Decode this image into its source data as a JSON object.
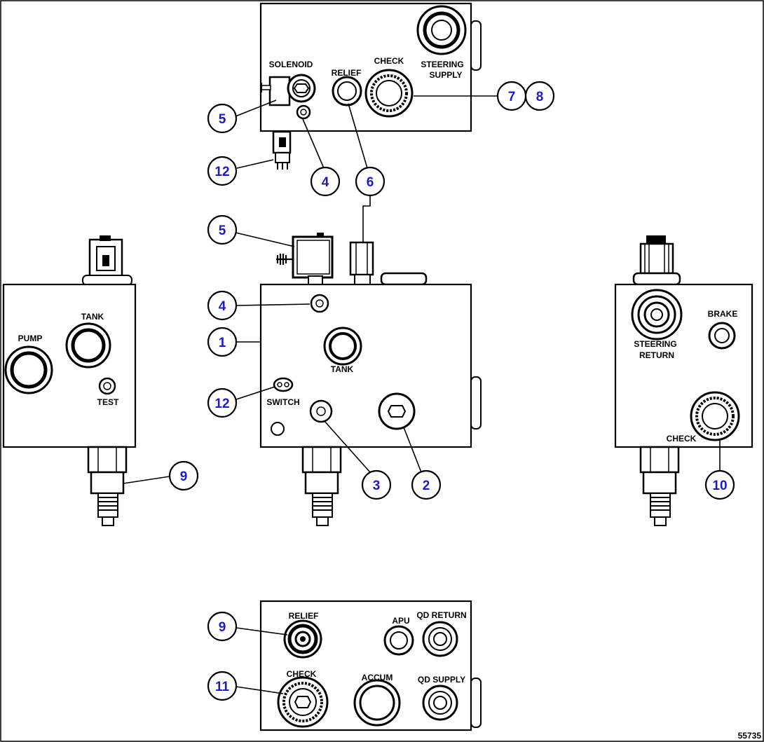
{
  "figure_id": "55735",
  "views": {
    "top": {
      "labels": {
        "solenoid": "SOLENOID",
        "relief": "RELIEF",
        "check": "CHECK",
        "steering_supply_1": "STEERING",
        "steering_supply_2": "SUPPLY"
      },
      "callouts": [
        "5",
        "12",
        "4",
        "6",
        "7",
        "8"
      ]
    },
    "left": {
      "labels": {
        "pump": "PUMP",
        "tank": "TANK",
        "test": "TEST"
      },
      "callouts": [
        "9"
      ]
    },
    "front": {
      "labels": {
        "tank": "TANK",
        "switch": "SWITCH"
      },
      "callouts": [
        "5",
        "6",
        "4",
        "1",
        "12",
        "3",
        "2"
      ]
    },
    "right": {
      "labels": {
        "brake": "BRAKE",
        "steering_return_1": "STEERING",
        "steering_return_2": "RETURN",
        "check": "CHECK"
      },
      "callouts": [
        "10"
      ]
    },
    "bottom": {
      "labels": {
        "relief": "RELIEF",
        "apu": "APU",
        "qd_return": "QD RETURN",
        "check": "CHECK",
        "accum": "ACCUM",
        "qd_supply": "QD SUPPLY"
      },
      "callouts": [
        "9",
        "11"
      ]
    }
  }
}
